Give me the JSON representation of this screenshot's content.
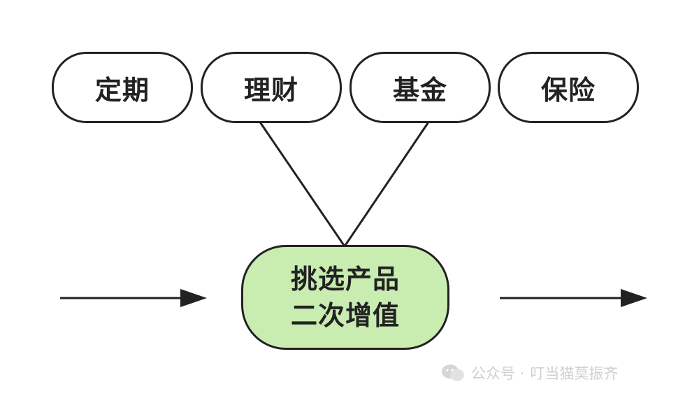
{
  "diagram": {
    "top_boxes": [
      "定期",
      "理财",
      "基金",
      "保险"
    ],
    "center": {
      "line1": "挑选产品",
      "line2": "二次增值",
      "fill_color": "#c9ecb1"
    },
    "stroke_color": "#222222"
  },
  "watermark": {
    "prefix": "公众号 · ",
    "name": "叮当猫莫振齐"
  }
}
